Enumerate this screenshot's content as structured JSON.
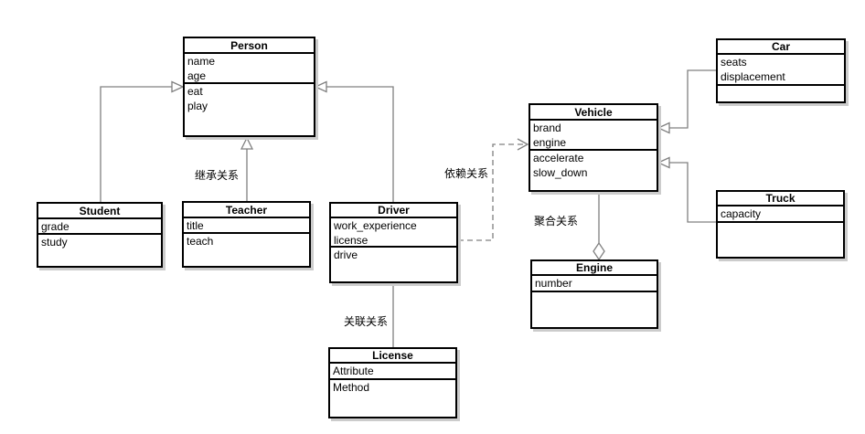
{
  "diagram": {
    "title": "UML class diagram",
    "colors": {
      "background": "#ffffff",
      "box_border": "#000000",
      "box_fill": "#ffffff",
      "edge_line": "#808080",
      "shadow": "#cccccc"
    },
    "classes": [
      {
        "id": "person",
        "name": "Person",
        "attributes": [
          "name",
          "age"
        ],
        "methods": [
          "eat",
          "play"
        ]
      },
      {
        "id": "student",
        "name": "Student",
        "attributes": [
          "grade"
        ],
        "methods": [
          "study"
        ]
      },
      {
        "id": "teacher",
        "name": "Teacher",
        "attributes": [
          "title"
        ],
        "methods": [
          "teach"
        ]
      },
      {
        "id": "driver",
        "name": "Driver",
        "attributes": [
          "work_experience",
          "license"
        ],
        "methods": [
          "drive"
        ]
      },
      {
        "id": "license",
        "name": "License",
        "attributes": [
          "Attribute"
        ],
        "methods": [
          "Method"
        ]
      },
      {
        "id": "vehicle",
        "name": "Vehicle",
        "attributes": [
          "brand",
          "engine"
        ],
        "methods": [
          "accelerate",
          "slow_down"
        ]
      },
      {
        "id": "engine",
        "name": "Engine",
        "attributes": [
          "number"
        ],
        "methods": []
      },
      {
        "id": "car",
        "name": "Car",
        "attributes": [
          "seats",
          "displacement"
        ],
        "methods": []
      },
      {
        "id": "truck",
        "name": "Truck",
        "attributes": [
          "capacity"
        ],
        "methods": []
      }
    ],
    "edges": [
      {
        "from": "Student",
        "to": "Person",
        "type": "generalization",
        "label": ""
      },
      {
        "from": "Teacher",
        "to": "Person",
        "type": "generalization",
        "label": "继承关系"
      },
      {
        "from": "Driver",
        "to": "Person",
        "type": "generalization",
        "label": ""
      },
      {
        "from": "Driver",
        "to": "License",
        "type": "association",
        "label": "关联关系"
      },
      {
        "from": "Driver",
        "to": "Vehicle",
        "type": "dependency",
        "label": "依赖关系"
      },
      {
        "from": "Vehicle",
        "to": "Engine",
        "type": "aggregation",
        "label": "聚合关系"
      },
      {
        "from": "Car",
        "to": "Vehicle",
        "type": "generalization",
        "label": ""
      },
      {
        "from": "Truck",
        "to": "Vehicle",
        "type": "generalization",
        "label": ""
      }
    ]
  }
}
